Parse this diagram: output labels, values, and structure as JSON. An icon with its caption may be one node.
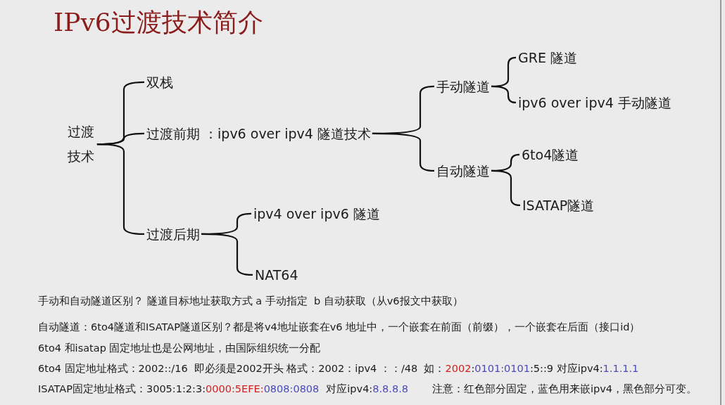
{
  "diagram": {
    "title": "IPv6过渡技术简介",
    "nodes": [
      {
        "text": [
          "过渡技术"
        ]
      },
      {
        "text": [
          "双栈"
        ]
      },
      {
        "text": [
          "过渡前期 ：ipv6 over ipv4 隧道技术"
        ]
      },
      {
        "text": [
          "手动隧道"
        ]
      },
      {
        "text": [
          "GRE 隧道"
        ]
      },
      {
        "text": [
          "ipv6 over ipv4 手动隧道"
        ]
      },
      {
        "text": [
          "自动隧道"
        ]
      },
      {
        "text": [
          "6to4隧道"
        ]
      },
      {
        "text": [
          "ISATAP隧道"
        ]
      },
      {
        "text": [
          "过渡后期"
        ]
      },
      {
        "text": [
          "ipv4 over ipv6 隧道"
        ]
      },
      {
        "text": [
          "NAT64"
        ]
      }
    ],
    "edges": [
      {
        "from": 0,
        "to": 1,
        "arrow": "none"
      },
      {
        "from": 0,
        "to": 2,
        "arrow": "none"
      },
      {
        "from": 0,
        "to": 9,
        "arrow": "none"
      },
      {
        "from": 2,
        "to": 3,
        "arrow": "none"
      },
      {
        "from": 2,
        "to": 6,
        "arrow": "none"
      },
      {
        "from": 3,
        "to": 4,
        "arrow": "none"
      },
      {
        "from": 3,
        "to": 5,
        "arrow": "none"
      },
      {
        "from": 6,
        "to": 7,
        "arrow": "none"
      },
      {
        "from": 6,
        "to": 8,
        "arrow": "none"
      },
      {
        "from": 9,
        "to": 10,
        "arrow": "none"
      },
      {
        "from": 9,
        "to": 11,
        "arrow": "none"
      }
    ],
    "labels": [
      "手动和自动隧道区别？ 隧道目标地址获取方式 a 手动指定  b 自动获取（从v6报文中获取）",
      "自动隧道：6to4隧道和ISATAP隧道区别？都是将v4地址嵌套在v6 地址中，一个嵌套在前面（前缀），一个嵌套在后面（接口id）",
      "6to4 和isatap 固定地址也是公网地址，由国际组织统一分配",
      "6to4 固定地址格式：2002::/16  即必须是2002开头 格式：2002：ipv4 ：：/48  如：",
      "2002",
      ":",
      "0101:0101",
      ":5::9 对应ipv4:",
      "1.1.1.1",
      "ISATAP固定地址格式：3005:1:2:3:",
      "0000:5EFE:",
      "0808:0808",
      "对应ipv4:",
      "8.8.8.8",
      "注意：红色部分固定，蓝色用来嵌ipv4，黑色部分可变。"
    ]
  }
}
